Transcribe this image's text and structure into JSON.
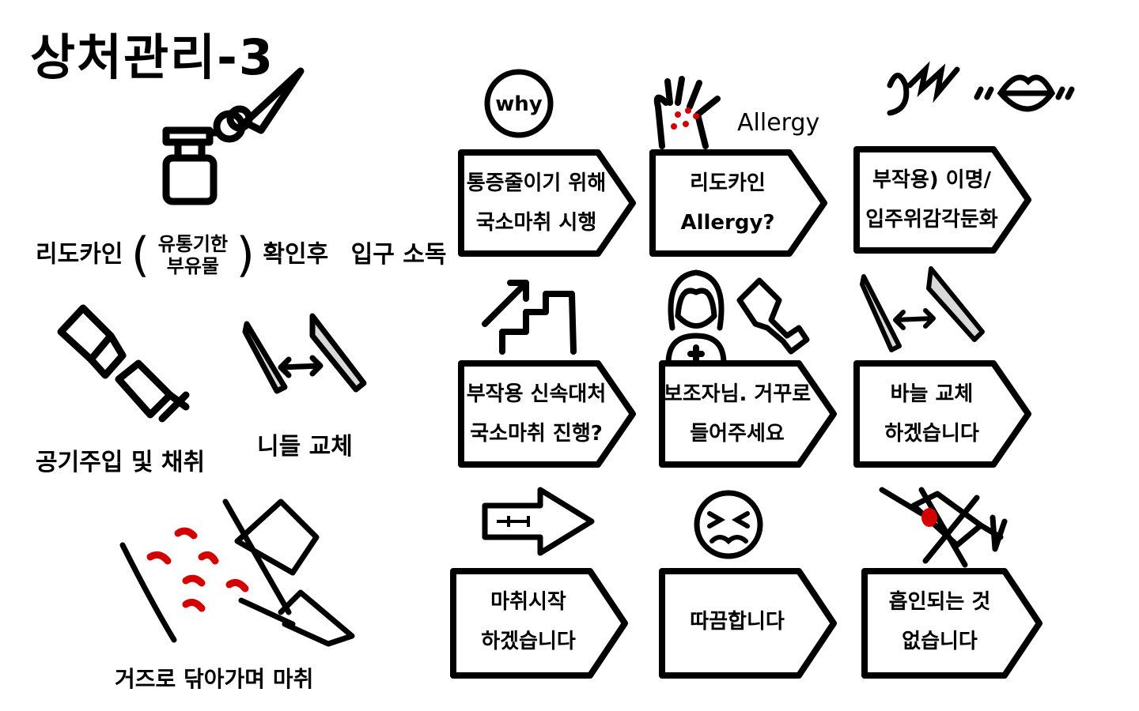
{
  "title": "상처관리-3",
  "left": {
    "step1": {
      "prefix": "리도카인",
      "paren_line1": "유통기한",
      "paren_line2": "부유물",
      "suffix": "확인후",
      "extra": "입구 소독"
    },
    "step2": "공기주입 및 채취",
    "step3": "니들 교체",
    "step4": "거즈로 닦아가며 마취"
  },
  "icons": {
    "why_label": "why",
    "allergy_label": "Allergy"
  },
  "signs": [
    {
      "line1": "통증줄이기 위해",
      "line2": "국소마취 시행"
    },
    {
      "line1": "리도카인",
      "line2": "Allergy?"
    },
    {
      "line1": "부작용) 이명/",
      "line2": "입주위감각둔화"
    },
    {
      "line1": "부작용 신속대처",
      "line2": "국소마취 진행?"
    },
    {
      "line1": "보조자님. 거꾸로",
      "line2": "들어주세요"
    },
    {
      "line1": "바늘 교체",
      "line2": "하겠습니다"
    },
    {
      "line1": "마취시작",
      "line2": "하겠습니다"
    },
    {
      "line1": "따끔합니다",
      "line2": ""
    },
    {
      "line1": "흡인되는 것",
      "line2": "없습니다"
    }
  ],
  "colors": {
    "ink": "#000000",
    "blood": "#d40000",
    "blade": "#d9d9d9"
  }
}
